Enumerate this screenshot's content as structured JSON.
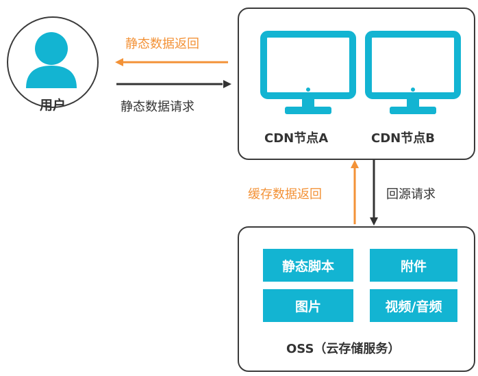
{
  "user": {
    "label": "用户"
  },
  "arrows": {
    "response_top": "静态数据返回",
    "request_top": "静态数据请求",
    "cache_return": "缓存数据返回",
    "origin_request": "回源请求"
  },
  "cdn": {
    "node_a": "CDN节点A",
    "node_b": "CDN节点B"
  },
  "oss": {
    "tiles": [
      "静态脚本",
      "附件",
      "图片",
      "视频/音频"
    ],
    "label": "OSS（云存储服务）"
  },
  "colors": {
    "accent": "#13b4d2",
    "orange": "#f39237",
    "dark": "#333333"
  }
}
